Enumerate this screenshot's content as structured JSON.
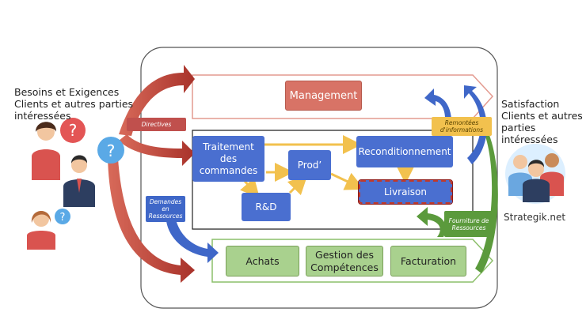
{
  "left_caption": "Besoins et Exigences Clients et autres parties intéressées",
  "right_caption": "Satisfaction Clients et autres parties intéressées",
  "brand": "Strategik.net",
  "management": "Management",
  "process": {
    "traitement": "Traitement des commandes",
    "prod": "Prod’",
    "reconditionnement": "Reconditionnement",
    "rd": "R&D",
    "livraison": "Livraison"
  },
  "support": {
    "achats": "Achats",
    "gestion": "Gestion des Compétences",
    "facturation": "Facturation"
  },
  "tags": {
    "directives": "Directives",
    "demandes": "Demandes en Ressources",
    "remontees": "Remontées d'informations",
    "fourniture": "Fourniture de Ressources"
  },
  "colors": {
    "management": "#d87366",
    "process_blue": "#4a6fd0",
    "support_green": "#a9d18e",
    "arrow_yellow": "#f2c14e",
    "arrow_red": "#c0504d",
    "arrow_green": "#5b9a3c",
    "arrow_blue": "#3f67c8"
  }
}
